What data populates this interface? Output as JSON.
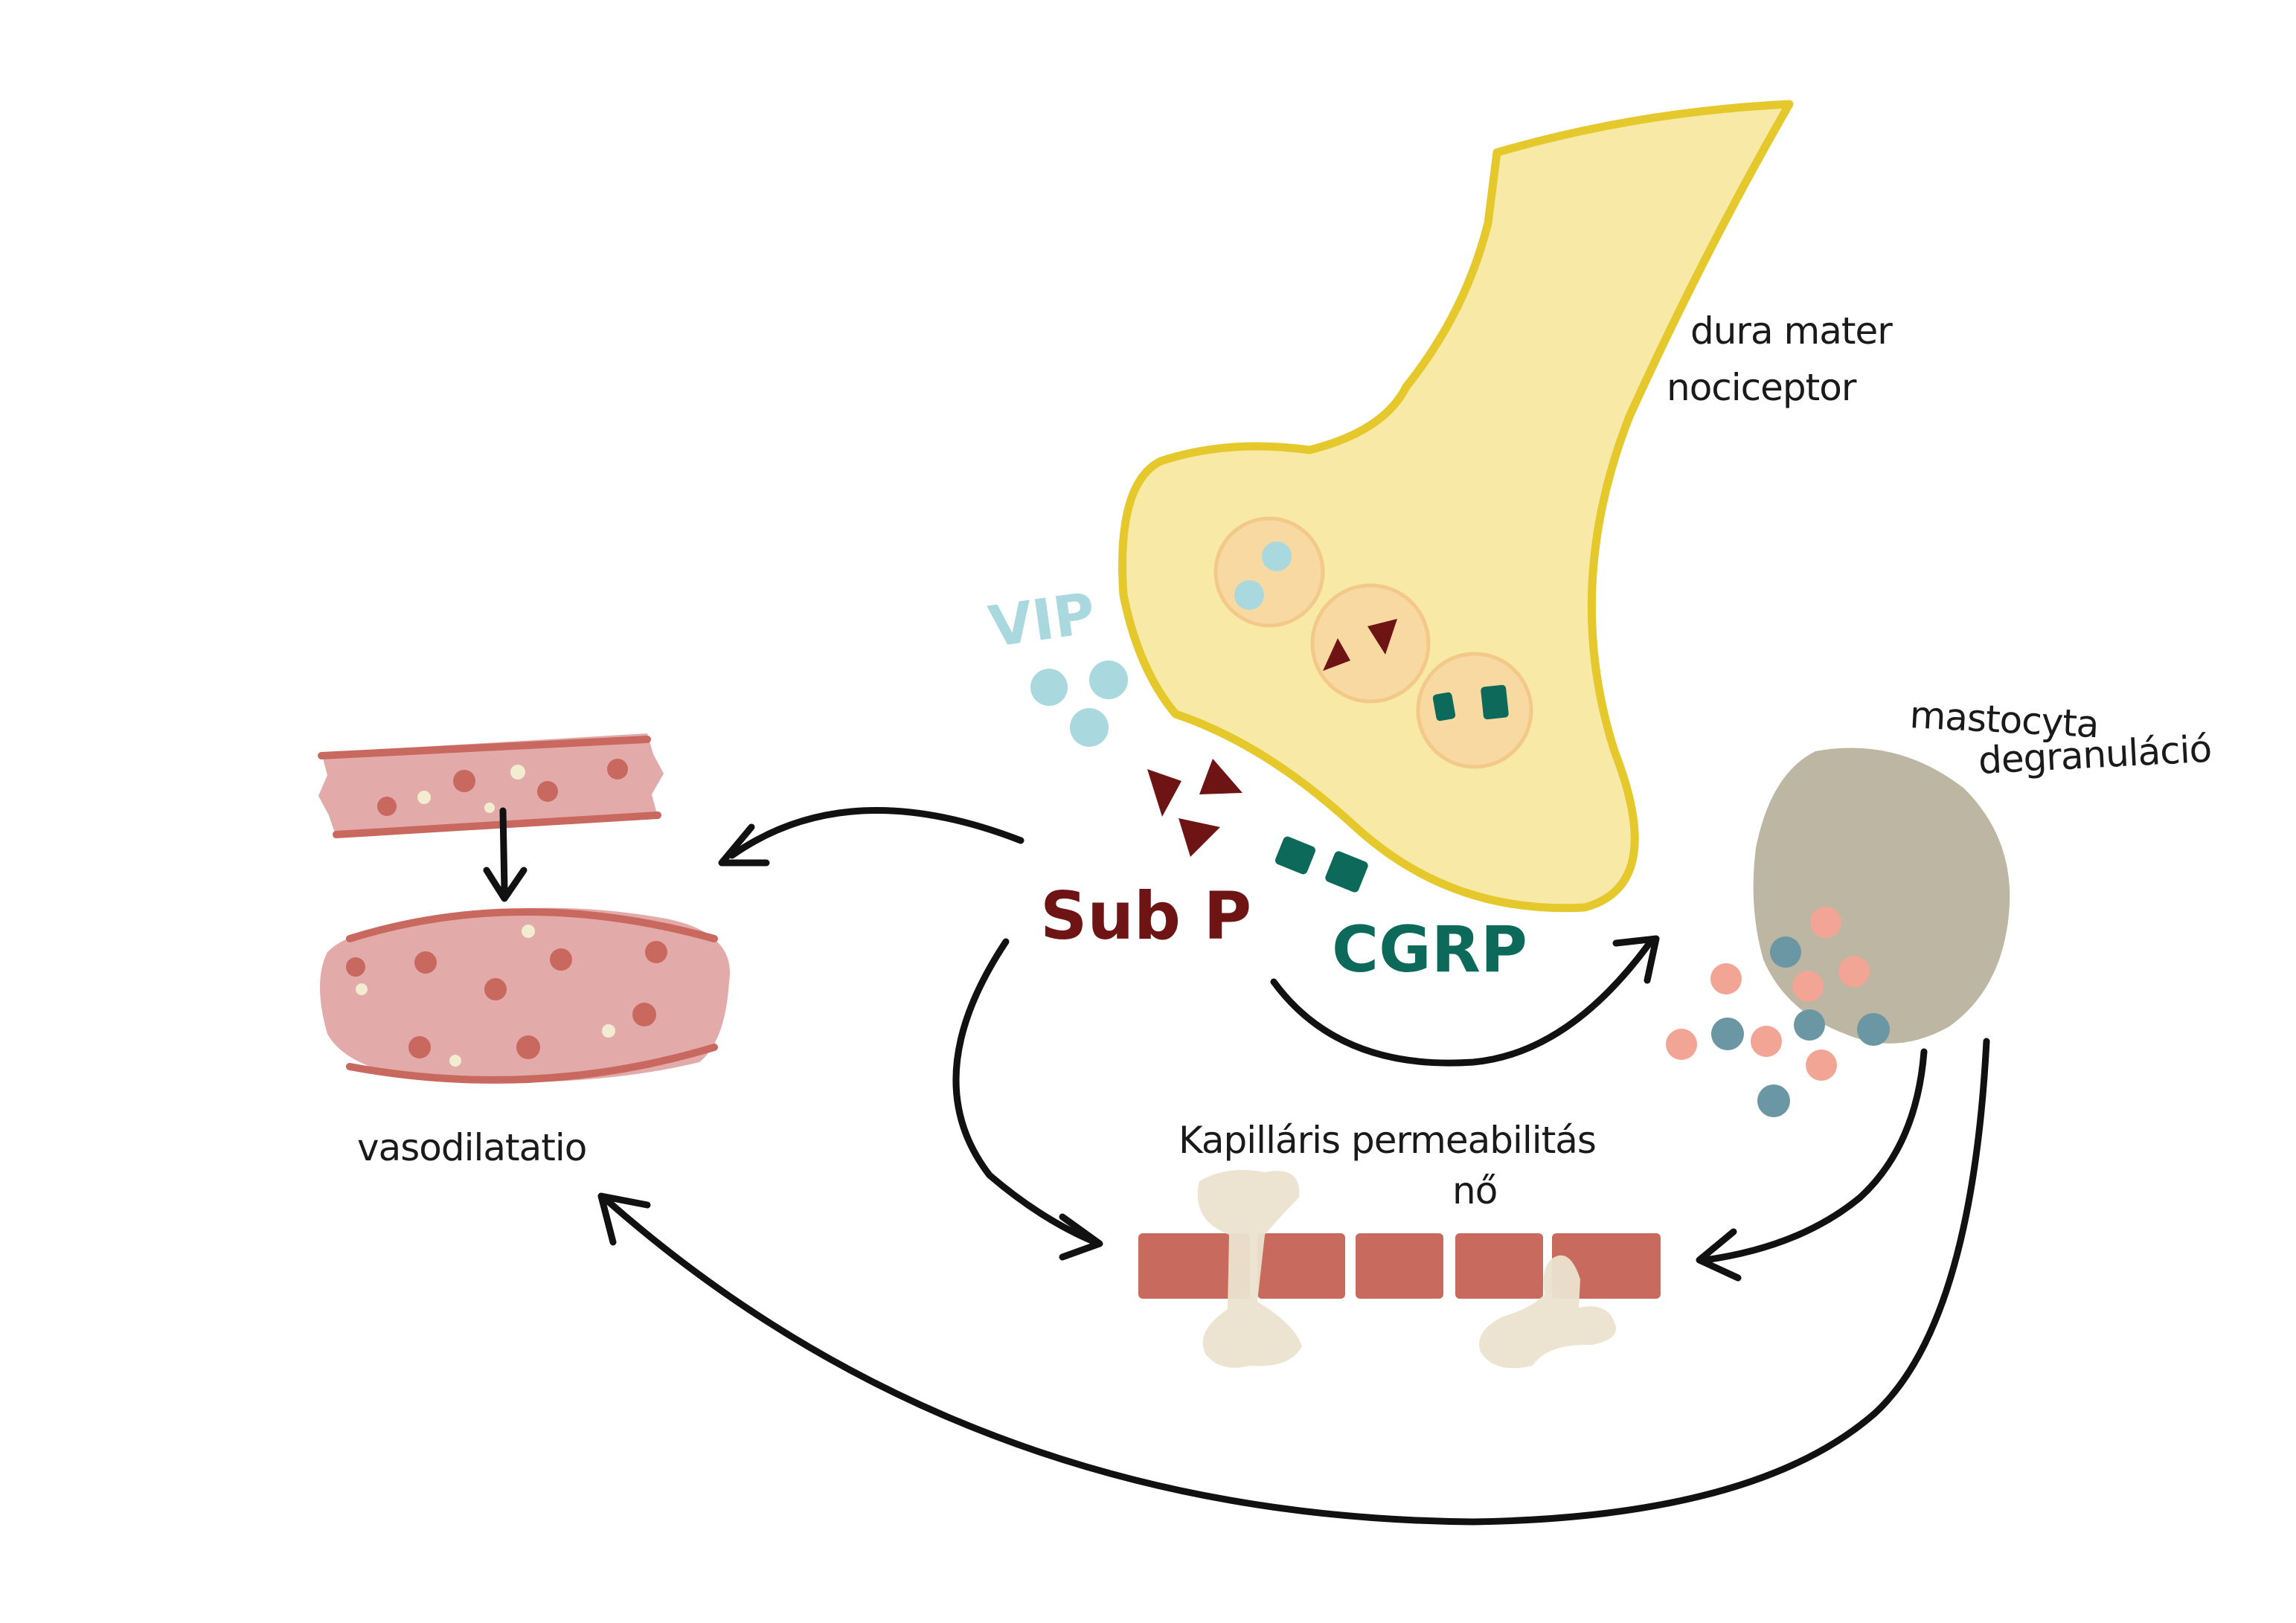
{
  "labels": {
    "nociceptor_line1": "dura mater",
    "nociceptor_line2": "nociceptor",
    "vip": "VIP",
    "sub_p": "Sub P",
    "cgrp": "CGRP",
    "mastocyte_line1": "mastocyta",
    "mastocyte_line2": "degranuláció",
    "vasodilatation": "vasodilatatio",
    "permeability_line1": "Kapilláris permeabilitás",
    "permeability_line2": "nő"
  },
  "colors": {
    "nociceptor_fill": "#f8e9a6",
    "nociceptor_outline": "#e5c92c",
    "vesicle_fill": "#f8d9a2",
    "vip": "#a9d8df",
    "sub_p": "#6e1414",
    "cgrp": "#0d6a5a",
    "mastocyte": "#bdb6a2",
    "granule_pink": "#f2a595",
    "granule_teal": "#6a97a3",
    "vessel_fill": "#e2aaa8",
    "vessel_edge": "#c9685f",
    "capillary_wall": "#c96a5e",
    "leak": "#ebe3cd",
    "arrow": "#111111"
  }
}
